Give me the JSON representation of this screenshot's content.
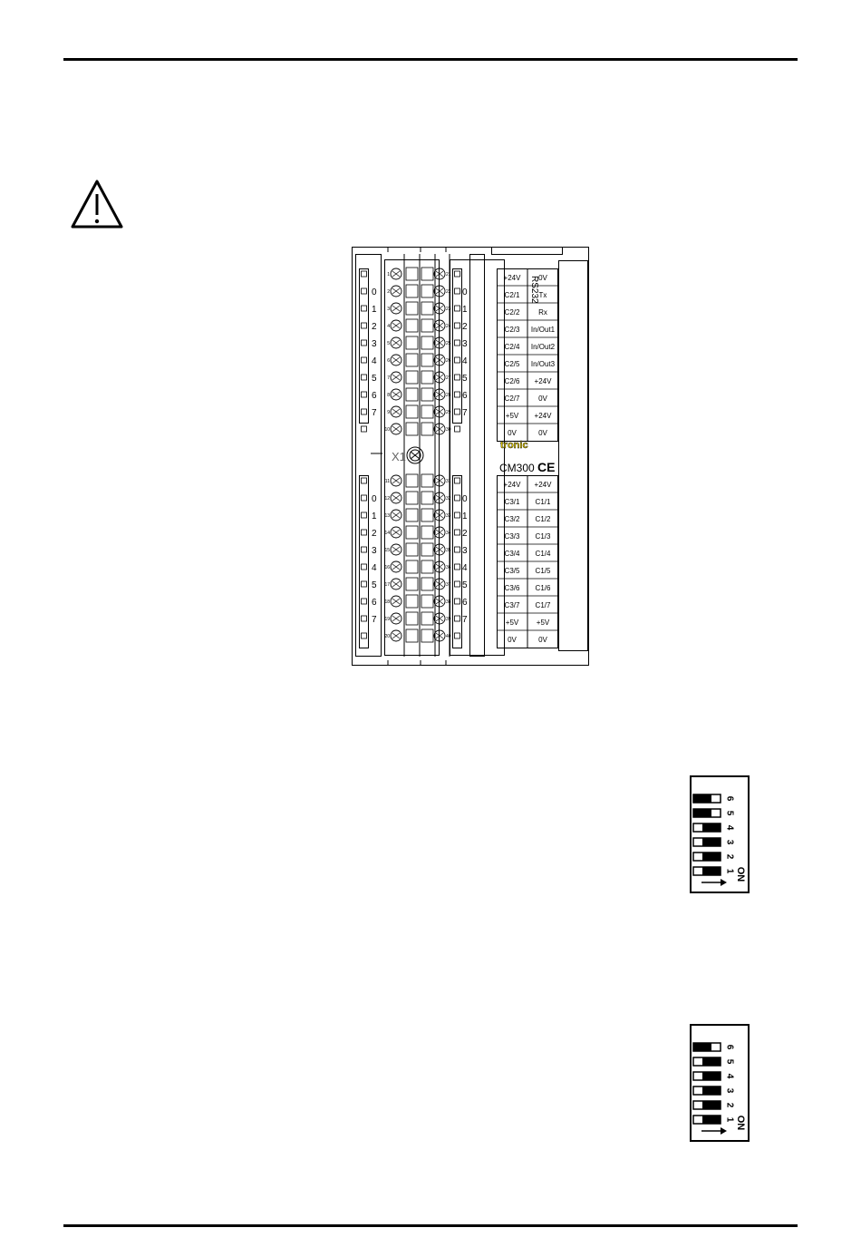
{
  "warning_icon": "warning-triangle-icon",
  "module": {
    "brand_logo": "tronic",
    "model": "CM300",
    "ce_mark": "CE",
    "connector_label": "X1",
    "rs232_label": "RS232",
    "channel_numbers": [
      "0",
      "1",
      "2",
      "3",
      "4",
      "5",
      "6",
      "7"
    ],
    "terminals_left_upper": [
      "1",
      "2",
      "3",
      "4",
      "5",
      "6",
      "7",
      "8",
      "9",
      "10"
    ],
    "terminals_left_lower": [
      "11",
      "12",
      "13",
      "14",
      "15",
      "16",
      "17",
      "18",
      "19",
      "20"
    ],
    "terminals_right_upper": [
      "21",
      "22",
      "23",
      "24",
      "25",
      "26",
      "27",
      "28",
      "29",
      "30"
    ],
    "terminals_right_lower": [
      "31",
      "32",
      "33",
      "34",
      "35",
      "36",
      "37",
      "38",
      "39",
      "40"
    ],
    "label_table_top": [
      [
        "+24V",
        "0V"
      ],
      [
        "C2/1",
        "Tx"
      ],
      [
        "C2/2",
        "Rx"
      ],
      [
        "C2/3",
        "In/Out1"
      ],
      [
        "C2/4",
        "In/Out2"
      ],
      [
        "C2/5",
        "In/Out3"
      ],
      [
        "C2/6",
        "+24V"
      ],
      [
        "C2/7",
        "0V"
      ],
      [
        "+5V",
        "+24V"
      ],
      [
        "0V",
        "0V"
      ]
    ],
    "label_table_bottom": [
      [
        "+24V",
        "+24V"
      ],
      [
        "C3/1",
        "C1/1"
      ],
      [
        "C3/2",
        "C1/2"
      ],
      [
        "C3/3",
        "C1/3"
      ],
      [
        "C3/4",
        "C1/4"
      ],
      [
        "C3/5",
        "C1/5"
      ],
      [
        "C3/6",
        "C1/6"
      ],
      [
        "C3/7",
        "C1/7"
      ],
      [
        "+5V",
        "+5V"
      ],
      [
        "0V",
        "0V"
      ]
    ]
  },
  "dip_switch_1": {
    "on_label": "ON",
    "switch_numbers": [
      "1",
      "2",
      "3",
      "4",
      "5",
      "6"
    ],
    "switch_on": [
      true,
      true,
      true,
      true,
      false,
      false
    ]
  },
  "dip_switch_2": {
    "on_label": "ON",
    "switch_numbers": [
      "1",
      "2",
      "3",
      "4",
      "5",
      "6"
    ],
    "switch_on": [
      true,
      true,
      true,
      true,
      true,
      false
    ]
  }
}
